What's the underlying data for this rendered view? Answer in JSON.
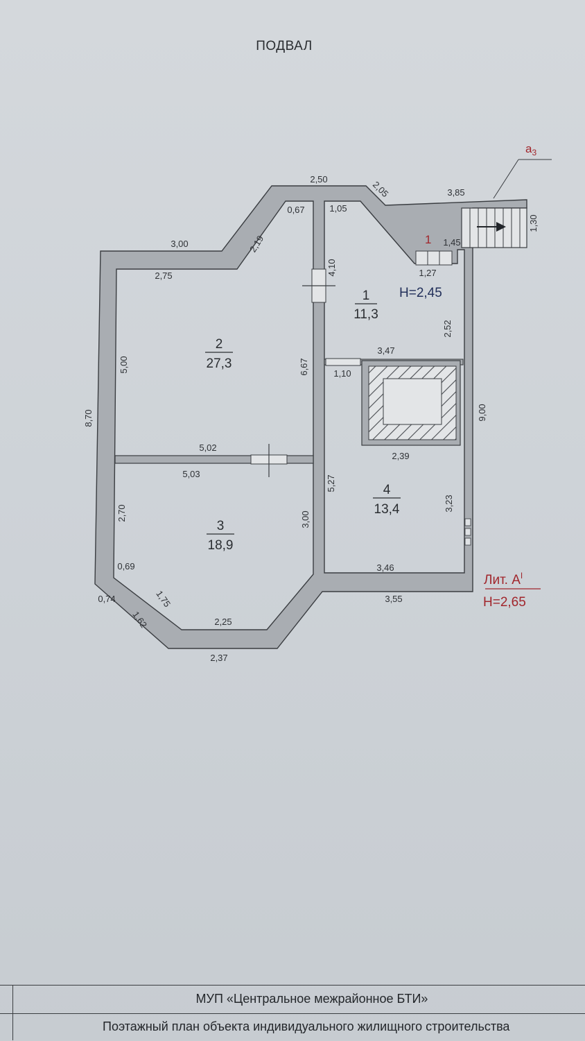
{
  "title": "ПОДВАЛ",
  "rooms": [
    {
      "number": "1",
      "area": "11,3"
    },
    {
      "number": "2",
      "area": "27,3"
    },
    {
      "number": "3",
      "area": "18,9"
    },
    {
      "number": "4",
      "area": "13,4"
    }
  ],
  "dimensions": {
    "top_2_50": "2,50",
    "diag_2_05": "2,05",
    "porch_3_85": "3,85",
    "porch_1_30": "1,30",
    "porch_1_45": "1,45",
    "left_top_3_00": "3,00",
    "diag_2_19": "2,19",
    "int_0_67": "0,67",
    "int_1_05": "1,05",
    "int_2_75": "2,75",
    "wall_4_10": "4,10",
    "int_1_27": "1,27",
    "int_2_52": "2,52",
    "int_3_47": "3,47",
    "int_1_10": "1,10",
    "outer_8_70": "8,70",
    "int_5_00": "5,00",
    "wall_6_67": "6,67",
    "outer_9_00": "9,00",
    "int_2_39": "2,39",
    "int_5_02": "5,02",
    "int_5_03": "5,03",
    "int_5_27": "5,27",
    "int_3_23": "3,23",
    "int_2_70": "2,70",
    "wall_3_00": "3,00",
    "int_0_69": "0,69",
    "int_3_46": "3,46",
    "outer_0_74": "0,74",
    "diag_1_75": "1,75",
    "outer_3_55": "3,55",
    "diag_1_62": "1,62",
    "int_2_25": "2,25",
    "outer_2_37": "2,37"
  },
  "entrance": {
    "marker": "1",
    "label_a": "а",
    "label_sub": "3",
    "height": "H=2,45"
  },
  "literal": {
    "label": "Лит. А",
    "sup": "I",
    "height": "H=2,65"
  },
  "footer": {
    "org": "МУП «Центральное межрайонное БТИ»",
    "doc": "Поэтажный план объекта индивидуального жилищного строительства"
  },
  "colors": {
    "wall": "#a9adb2",
    "ink": "#2e3135",
    "red": "#a1262c"
  }
}
